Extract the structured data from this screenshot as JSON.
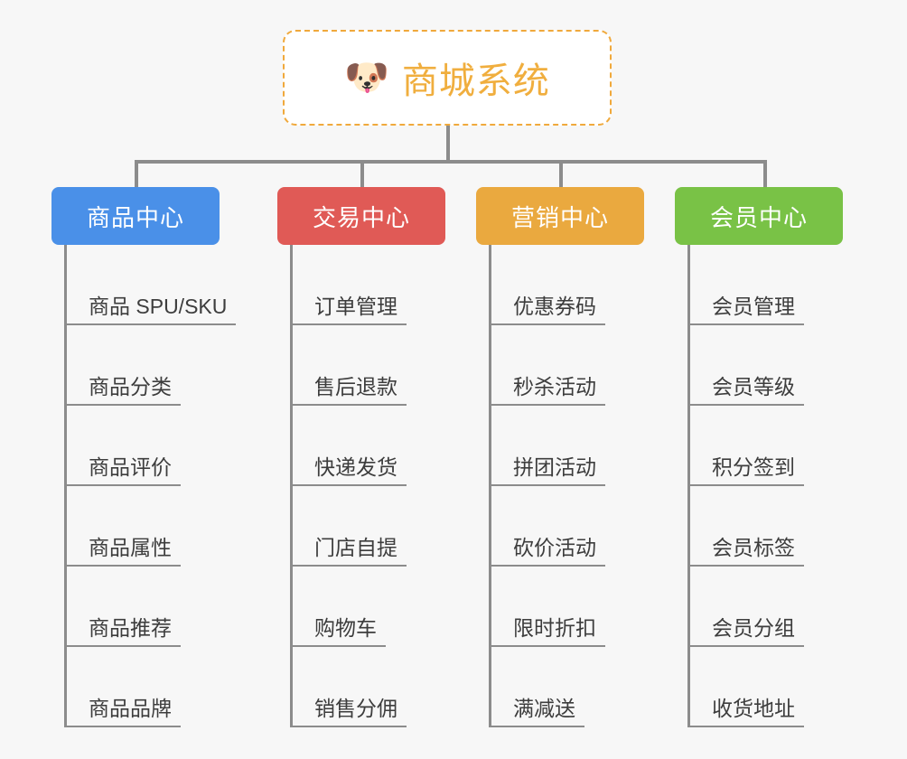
{
  "page": {
    "background_color": "#f7f7f7",
    "type": "mindmap"
  },
  "root": {
    "icon": "shiba-dog-face-emoji",
    "emoji": "🐶",
    "title": "商城系统",
    "text_color": "#f0ae3e",
    "border_color": "#f0a93c"
  },
  "connector_color": "#8c8c8c",
  "categories": [
    {
      "label": "商品中心",
      "color": "#4a90e8",
      "items": [
        "商品 SPU/SKU",
        "商品分类",
        "商品评价",
        "商品属性",
        "商品推荐",
        "商品品牌"
      ]
    },
    {
      "label": "交易中心",
      "color": "#e05a56",
      "items": [
        "订单管理",
        "售后退款",
        "快递发货",
        "门店自提",
        "购物车",
        "销售分佣"
      ]
    },
    {
      "label": "营销中心",
      "color": "#eaa93f",
      "items": [
        "优惠券码",
        "秒杀活动",
        "拼团活动",
        "砍价活动",
        "限时折扣",
        "满减送"
      ]
    },
    {
      "label": "会员中心",
      "color": "#79c246",
      "items": [
        "会员管理",
        "会员等级",
        "积分签到",
        "会员标签",
        "会员分组",
        "收货地址"
      ]
    }
  ]
}
